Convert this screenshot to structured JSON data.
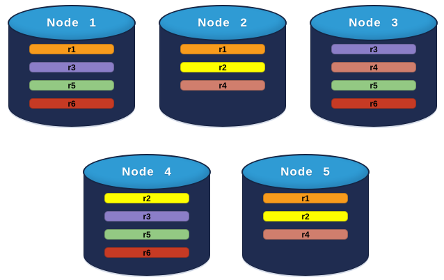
{
  "diagram": {
    "description": "Five database nodes with replicated partitions"
  },
  "colors": {
    "canvas_background": "#FFFFFF",
    "cylinder_body": "#1F2C50",
    "cylinder_top": "#2F9BD4",
    "cylinder_outline": "#152544",
    "node_title_text": "#FFFFFF",
    "replica_label_text": "#000000",
    "replica_colors": {
      "r1": "#F89B1C",
      "r2": "#FEFF00",
      "r3": "#8B7EC8",
      "r4": "#D07E6D",
      "r5": "#93C983",
      "r6": "#C63A24"
    }
  },
  "nodes": [
    {
      "label": "Node 1",
      "replicas": [
        "r1",
        "r3",
        "r5",
        "r6"
      ]
    },
    {
      "label": "Node 2",
      "replicas": [
        "r1",
        "r2",
        "r4"
      ]
    },
    {
      "label": "Node 3",
      "replicas": [
        "r3",
        "r4",
        "r5",
        "r6"
      ]
    },
    {
      "label": "Node 4",
      "replicas": [
        "r2",
        "r3",
        "r5",
        "r6"
      ]
    },
    {
      "label": "Node 5",
      "replicas": [
        "r1",
        "r2",
        "r4"
      ]
    }
  ]
}
